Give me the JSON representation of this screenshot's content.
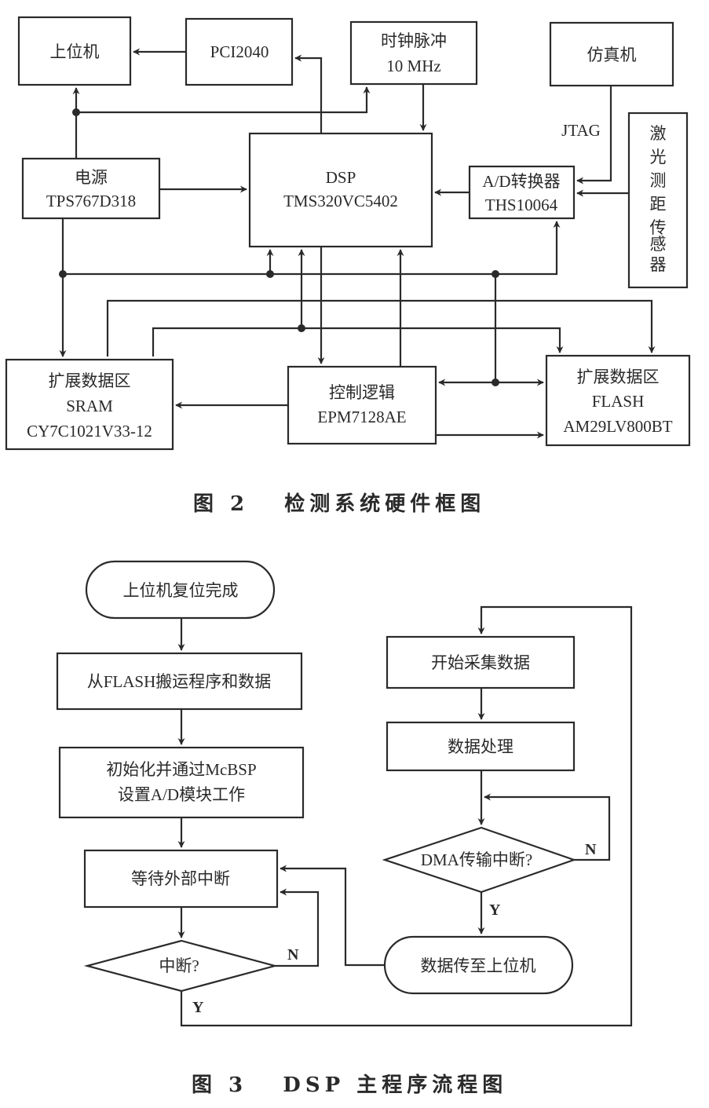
{
  "figure2": {
    "caption": "图 2   检测系统硬件框图",
    "blocks": {
      "host": [
        "上位机"
      ],
      "pci": [
        "PCI2040"
      ],
      "clock": [
        "时钟脉冲",
        "10 MHz"
      ],
      "emulator": [
        "仿真机"
      ],
      "sensor": [
        "激",
        "光",
        "测",
        "距",
        "传",
        "感",
        "器"
      ],
      "power": [
        "电源",
        "TPS767D318"
      ],
      "dsp": [
        "DSP",
        "TMS320VC5402"
      ],
      "adc": [
        "A/D转换器",
        "THS10064"
      ],
      "sram": [
        "扩展数据区",
        "SRAM",
        "CY7C1021V33-12"
      ],
      "cpld": [
        "控制逻辑",
        "EPM7128AE"
      ],
      "flash": [
        "扩展数据区",
        "FLASH",
        "AM29LV800BT"
      ]
    },
    "labels": {
      "jtag": "JTAG"
    }
  },
  "figure3": {
    "caption": "图 3   DSP 主程序流程图",
    "steps": {
      "start": "上位机复位完成",
      "load": "从FLASH搬运程序和数据",
      "init": [
        "初始化并通过McBSP",
        "设置A/D模块工作"
      ],
      "wait": "等待外部中断",
      "irq_q": "中断?",
      "acquire": "开始采集数据",
      "process": "数据处理",
      "dma_q": "DMA传输中断?",
      "send": "数据传至上位机"
    },
    "branches": {
      "yes": "Y",
      "no": "N"
    }
  }
}
